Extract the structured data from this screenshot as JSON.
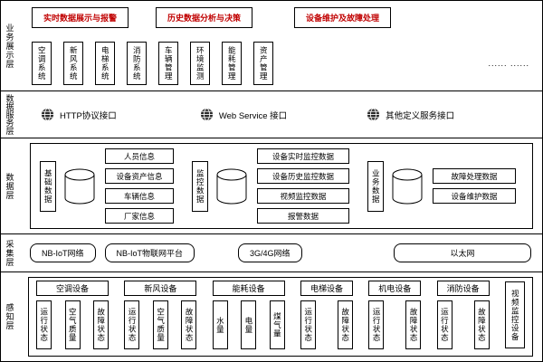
{
  "colors": {
    "accent_red": "#c00000",
    "border": "#000000"
  },
  "layers": {
    "display": {
      "label": "业务展示层",
      "apps": [
        "实时数据展示与报警",
        "历史数据分析与决策",
        "设备维护及故障处理"
      ],
      "systems": [
        "空调系统",
        "新风系统",
        "电梯系统",
        "消防系统",
        "车辆管理",
        "环境监测",
        "能耗管理",
        "资产管理"
      ],
      "more": "...... ......"
    },
    "service": {
      "label": "数据服务层",
      "interfaces": [
        "HTTP协议接口",
        "Web Service 接口",
        "其他定义服务接口"
      ]
    },
    "data": {
      "label": "数据层",
      "groups": [
        {
          "name": "基础数据",
          "items": [
            "人员信息",
            "设备资产信息",
            "车辆信息",
            "厂家信息"
          ]
        },
        {
          "name": "监控数据",
          "items": [
            "设备实时监控数据",
            "设备历史监控数据",
            "视频监控数据",
            "报警数据"
          ]
        },
        {
          "name": "业务数据",
          "items": [
            "故障处理数据",
            "设备维护数据"
          ]
        }
      ]
    },
    "collection": {
      "label": "采集层",
      "networks": [
        "NB-IoT网络",
        "NB-IoT物联网平台",
        "3G/4G网络",
        "以太网"
      ]
    },
    "perception": {
      "label": "感知层",
      "groups": [
        {
          "name": "空调设备",
          "items": [
            "运行状态",
            "空气质量",
            "故障状态"
          ]
        },
        {
          "name": "新风设备",
          "items": [
            "运行状态",
            "空气质量",
            "故障状态"
          ]
        },
        {
          "name": "能耗设备",
          "items": [
            "水量",
            "电量",
            "煤气量"
          ]
        },
        {
          "name": "电梯设备",
          "items": [
            "运行状态",
            "故障状态"
          ]
        },
        {
          "name": "机电设备",
          "items": [
            "运行状态",
            "故障状态"
          ]
        },
        {
          "name": "消防设备",
          "items": [
            "运行状态",
            "故障状态"
          ]
        }
      ],
      "side": "视频监控设备"
    }
  }
}
